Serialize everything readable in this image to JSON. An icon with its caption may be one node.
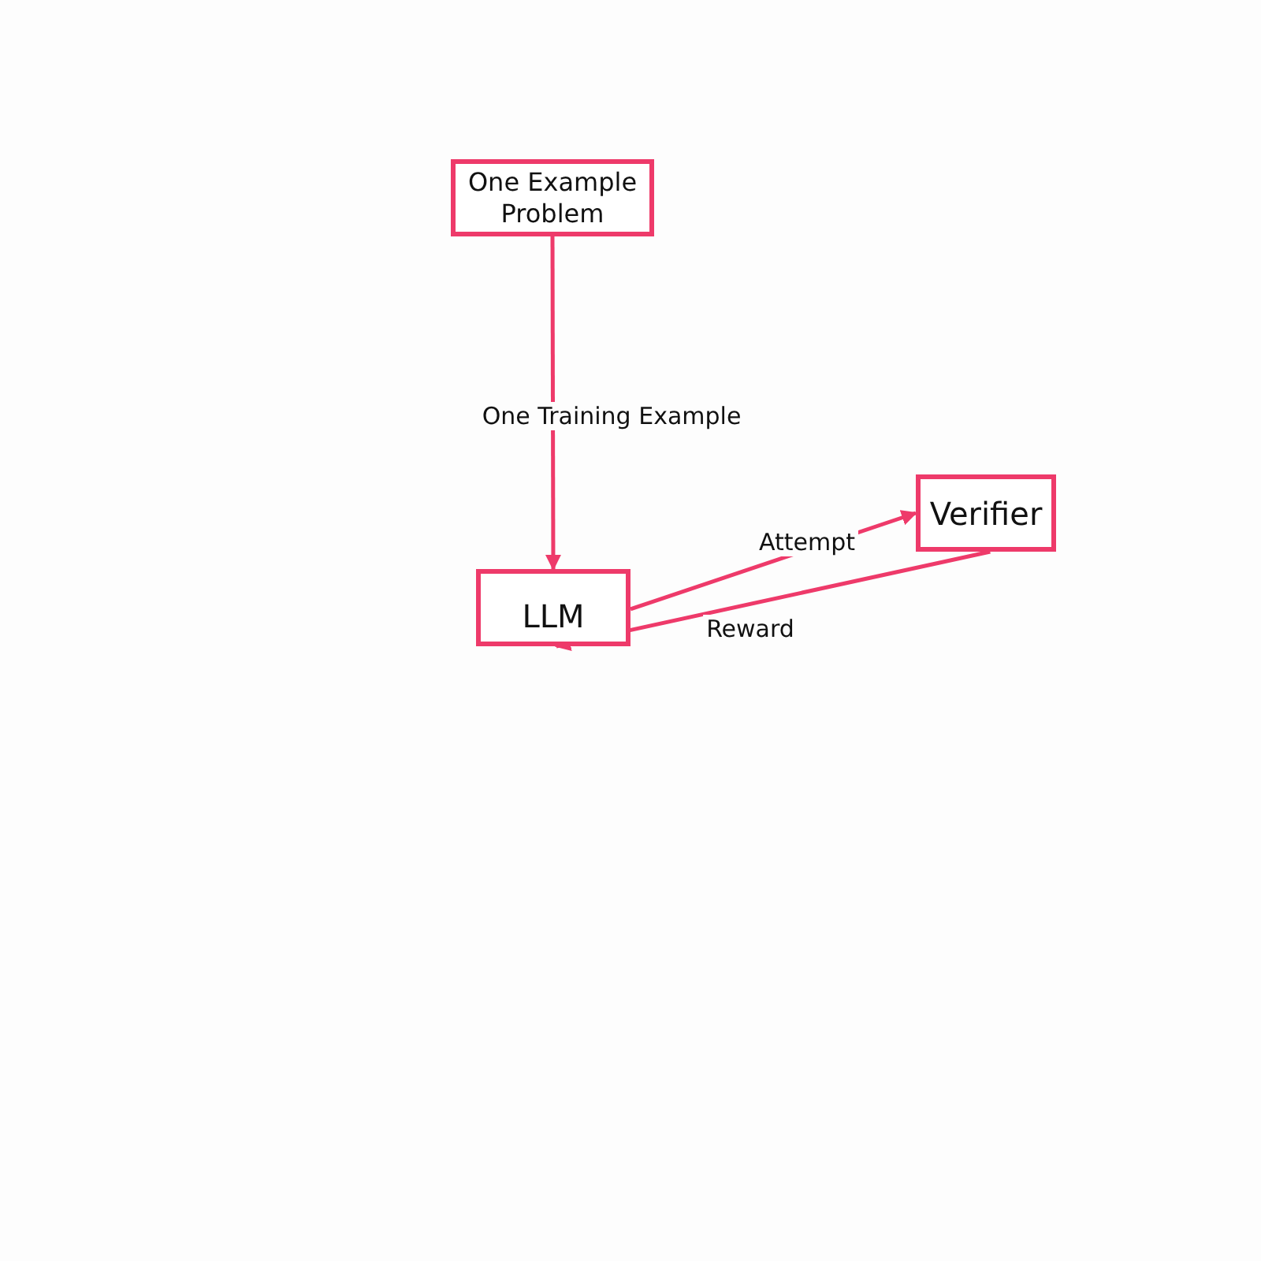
{
  "diagram": {
    "nodes": [
      {
        "text": [
          "One Example Problem"
        ]
      },
      {
        "text": [
          "LLM"
        ]
      },
      {
        "text": [
          "Verifier"
        ]
      }
    ],
    "edges": [
      {
        "from": 0,
        "to": 1,
        "arrow": "to",
        "label": "One Training Example"
      },
      {
        "from": 1,
        "to": 2,
        "arrow": "to",
        "label": "Attempt"
      },
      {
        "from": 2,
        "to": 1,
        "arrow": "to",
        "label": "Reward"
      }
    ]
  }
}
